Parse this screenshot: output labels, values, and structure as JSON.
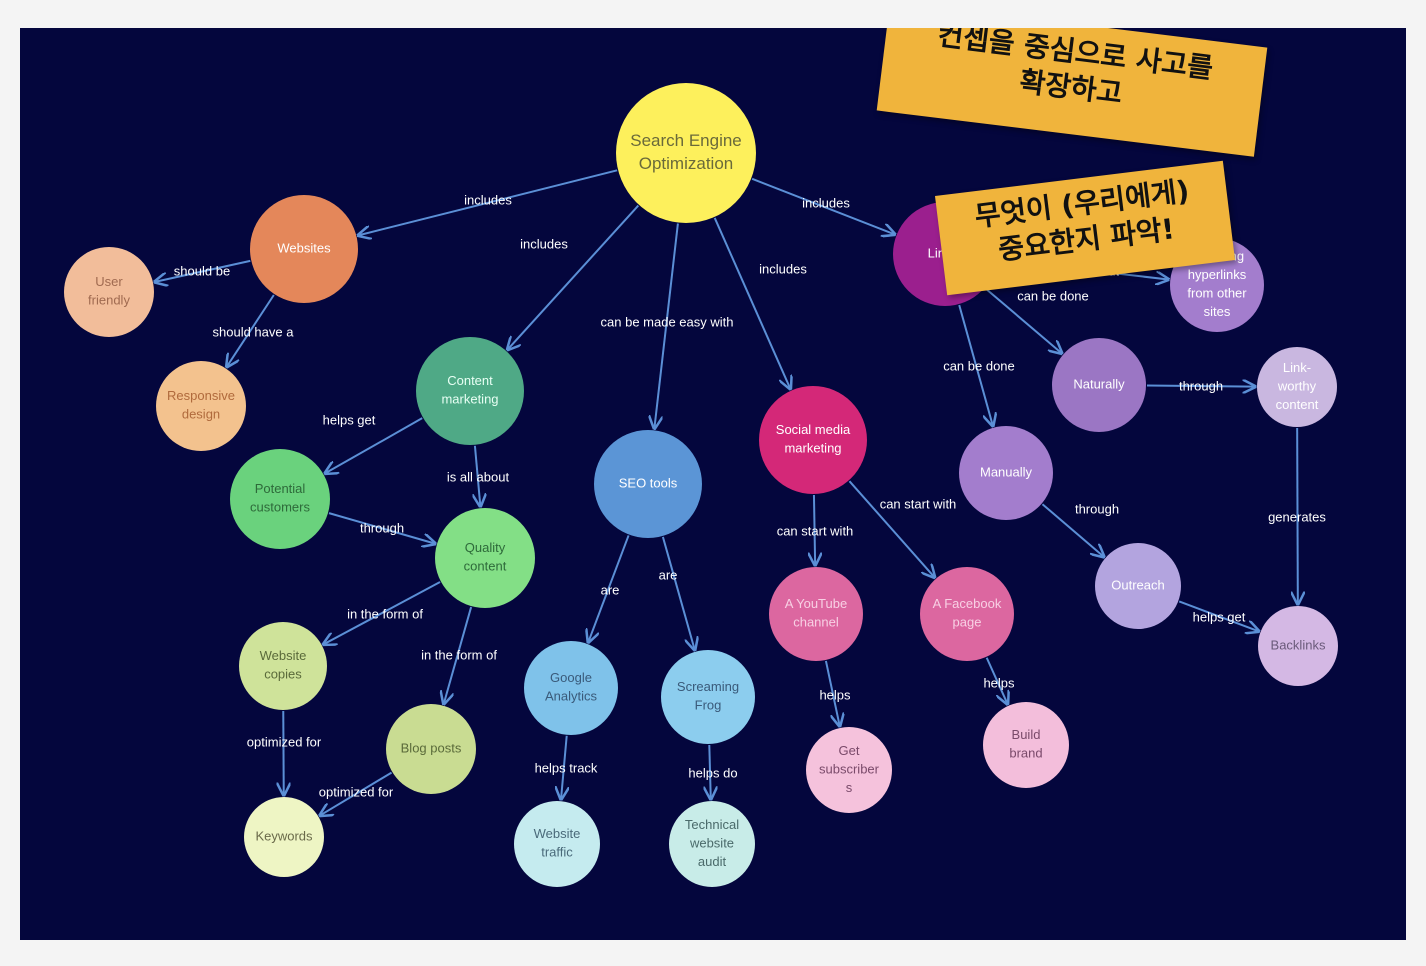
{
  "colors": {
    "background": "#04063d",
    "edge": "#5b8fd6",
    "note": "#f0b43c"
  },
  "notes": {
    "top_line1": "컨셉을 중심으로 사고를",
    "top_line2": "확장하고",
    "bottom_line1": "무엇이 (우리에게)",
    "bottom_line2": "중요한지 파악!"
  },
  "nodes": [
    {
      "id": "seo",
      "lines": [
        "Search Engine",
        "Optimization"
      ],
      "color": "#fdf05c",
      "text_color": "#6a6a3a"
    },
    {
      "id": "websites",
      "lines": [
        "Websites"
      ],
      "color": "#e4875a",
      "text_color": "#ffffff"
    },
    {
      "id": "user_friendly",
      "lines": [
        "User",
        "friendly"
      ],
      "color": "#f2bd9a",
      "text_color": "#a06a50"
    },
    {
      "id": "responsive",
      "lines": [
        "Responsive",
        "design"
      ],
      "color": "#f3c28e",
      "text_color": "#b06a3c"
    },
    {
      "id": "content_mkt",
      "lines": [
        "Content",
        "marketing"
      ],
      "color": "#4fa986",
      "text_color": "#e8fff4"
    },
    {
      "id": "potential",
      "lines": [
        "Potential",
        "customers"
      ],
      "color": "#6ad27d",
      "text_color": "#2e6a3a"
    },
    {
      "id": "quality",
      "lines": [
        "Quality",
        "content"
      ],
      "color": "#83df86",
      "text_color": "#2e6a3a"
    },
    {
      "id": "website_copies",
      "lines": [
        "Website",
        "copies"
      ],
      "color": "#cfe39a",
      "text_color": "#5a6a3a"
    },
    {
      "id": "blog_posts",
      "lines": [
        "Blog posts"
      ],
      "color": "#c9dc92",
      "text_color": "#5a6a3a"
    },
    {
      "id": "keywords",
      "lines": [
        "Keywords"
      ],
      "color": "#eef5c4",
      "text_color": "#6a6a4a"
    },
    {
      "id": "seo_tools",
      "lines": [
        "SEO tools"
      ],
      "color": "#5b95d6",
      "text_color": "#ffffff"
    },
    {
      "id": "google_analytics",
      "lines": [
        "Google",
        "Analytics"
      ],
      "color": "#7fc2ea",
      "text_color": "#3a5a7a"
    },
    {
      "id": "screaming_frog",
      "lines": [
        "Screaming",
        "Frog"
      ],
      "color": "#8ccdee",
      "text_color": "#3a5a7a"
    },
    {
      "id": "website_traffic",
      "lines": [
        "Website",
        "traffic"
      ],
      "color": "#c5ebef",
      "text_color": "#4a6a7a"
    },
    {
      "id": "technical_audit",
      "lines": [
        "Technical",
        "website",
        "audit"
      ],
      "color": "#c8ece8",
      "text_color": "#4a6a6a"
    },
    {
      "id": "social",
      "lines": [
        "Social media",
        "marketing"
      ],
      "color": "#d42878",
      "text_color": "#ffffff"
    },
    {
      "id": "youtube",
      "lines": [
        "A YouTube",
        "channel"
      ],
      "color": "#dc67a0",
      "text_color": "#f8d0e4"
    },
    {
      "id": "facebook",
      "lines": [
        "A Facebook",
        "page"
      ],
      "color": "#dc67a0",
      "text_color": "#f8d0e4"
    },
    {
      "id": "subscribers",
      "lines": [
        "Get",
        "subscriber",
        "s"
      ],
      "color": "#f5c2dc",
      "text_color": "#7a4a6a"
    },
    {
      "id": "brand",
      "lines": [
        "Build",
        "brand"
      ],
      "color": "#f3bedb",
      "text_color": "#7a4a6a"
    },
    {
      "id": "link_building",
      "lines": [
        "Link b"
      ],
      "color": "#9b1f8e",
      "text_color": "#ffffff"
    },
    {
      "id": "acquiring",
      "lines": [
        "Acquiring",
        "hyperlinks",
        "from other",
        "sites"
      ],
      "color": "#a37dcd",
      "text_color": "#ffffff"
    },
    {
      "id": "naturally",
      "lines": [
        "Naturally"
      ],
      "color": "#9b76c4",
      "text_color": "#ffffff"
    },
    {
      "id": "manually",
      "lines": [
        "Manually"
      ],
      "color": "#a37dcd",
      "text_color": "#ffffff"
    },
    {
      "id": "link_worthy",
      "lines": [
        "Link-",
        "worthy",
        "content"
      ],
      "color": "#c9b7e0",
      "text_color": "#ffffff"
    },
    {
      "id": "outreach",
      "lines": [
        "Outreach"
      ],
      "color": "#b3a4df",
      "text_color": "#ffffff"
    },
    {
      "id": "backlinks",
      "lines": [
        "Backlinks"
      ],
      "color": "#d4b8e4",
      "text_color": "#6a5a7a"
    }
  ],
  "edges": [
    {
      "from": "seo",
      "to": "websites",
      "label": "includes"
    },
    {
      "from": "seo",
      "to": "content_mkt",
      "label": "includes"
    },
    {
      "from": "seo",
      "to": "seo_tools",
      "label": "can be made easy with"
    },
    {
      "from": "seo",
      "to": "social",
      "label": "includes"
    },
    {
      "from": "seo",
      "to": "link_building",
      "label": "includes"
    },
    {
      "from": "websites",
      "to": "user_friendly",
      "label": "should be"
    },
    {
      "from": "websites",
      "to": "responsive",
      "label": "should have a"
    },
    {
      "from": "content_mkt",
      "to": "potential",
      "label": "helps get"
    },
    {
      "from": "content_mkt",
      "to": "quality",
      "label": "is all about"
    },
    {
      "from": "potential",
      "to": "quality",
      "label": "through"
    },
    {
      "from": "quality",
      "to": "website_copies",
      "label": "in the form of"
    },
    {
      "from": "quality",
      "to": "blog_posts",
      "label": "in the form of"
    },
    {
      "from": "website_copies",
      "to": "keywords",
      "label": "optimized for"
    },
    {
      "from": "blog_posts",
      "to": "keywords",
      "label": "optimized for"
    },
    {
      "from": "seo_tools",
      "to": "google_analytics",
      "label": "are"
    },
    {
      "from": "seo_tools",
      "to": "screaming_frog",
      "label": "are"
    },
    {
      "from": "google_analytics",
      "to": "website_traffic",
      "label": "helps track"
    },
    {
      "from": "screaming_frog",
      "to": "technical_audit",
      "label": "helps do"
    },
    {
      "from": "social",
      "to": "youtube",
      "label": "can start with"
    },
    {
      "from": "social",
      "to": "facebook",
      "label": "can start with"
    },
    {
      "from": "youtube",
      "to": "subscribers",
      "label": "helps"
    },
    {
      "from": "facebook",
      "to": "brand",
      "label": "helps"
    },
    {
      "from": "link_building",
      "to": "acquiring",
      "label": "is all about"
    },
    {
      "from": "link_building",
      "to": "naturally",
      "label": "can be done"
    },
    {
      "from": "link_building",
      "to": "manually",
      "label": "can be done"
    },
    {
      "from": "naturally",
      "to": "link_worthy",
      "label": "through"
    },
    {
      "from": "manually",
      "to": "outreach",
      "label": "through"
    },
    {
      "from": "link_worthy",
      "to": "backlinks",
      "label": "generates"
    },
    {
      "from": "outreach",
      "to": "backlinks",
      "label": "helps get"
    }
  ]
}
